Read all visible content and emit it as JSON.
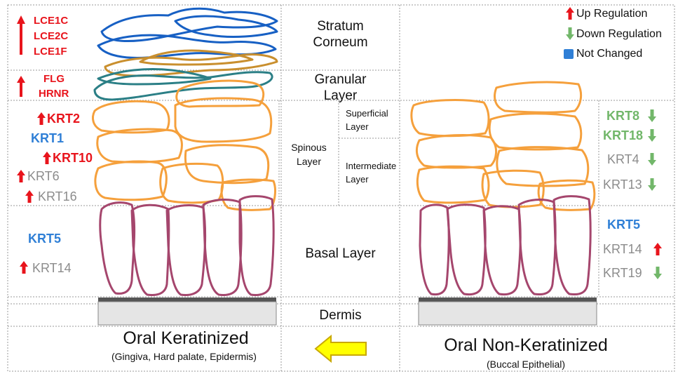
{
  "layers": {
    "stratum_corneum": [
      "Stratum",
      "Corneum"
    ],
    "granular": [
      "Granular",
      "Layer"
    ],
    "spinous": [
      "Spinous",
      "Layer"
    ],
    "superficial": [
      "Superficial",
      "Layer"
    ],
    "intermediate": [
      "Intermediate",
      "Layer"
    ],
    "basal": "Basal Layer",
    "dermis": "Dermis"
  },
  "legend": {
    "up": "Up Regulation",
    "down": "Down Regulation",
    "unchanged": "Not Changed"
  },
  "left_markers": {
    "corneum": [
      "LCE1C",
      "LCE2C",
      "LCE1F"
    ],
    "granular": [
      "FLG",
      "HRNR"
    ],
    "krt2": "KRT2",
    "krt1": "KRT1",
    "krt10": "KRT10",
    "krt6": "KRT6",
    "krt16": "KRT16",
    "krt5": "KRT5",
    "krt14": "KRT14"
  },
  "right_markers": {
    "krt8": "KRT8",
    "krt18": "KRT18",
    "krt4": "KRT4",
    "krt13": "KRT13",
    "krt5": "KRT5",
    "krt14": "KRT14",
    "krt19": "KRT19"
  },
  "titles": {
    "left": "Oral Keratinized",
    "left_sub": "(Gingiva, Hard palate, Epidermis)",
    "right": "Oral Non-Keratinized",
    "right_sub": "(Buccal Epithelial)"
  },
  "colors": {
    "up": "#e8141c",
    "down": "#72b76a",
    "unchanged": "#2f7fd6",
    "corneum_cells": "#1760c4",
    "granular_gold": "#c98f2e",
    "granular_teal": "#2b7f86",
    "spinous_cells": "#f5a03c",
    "basal_cells": "#a5466d",
    "arrow_fill": "#ffff00"
  }
}
